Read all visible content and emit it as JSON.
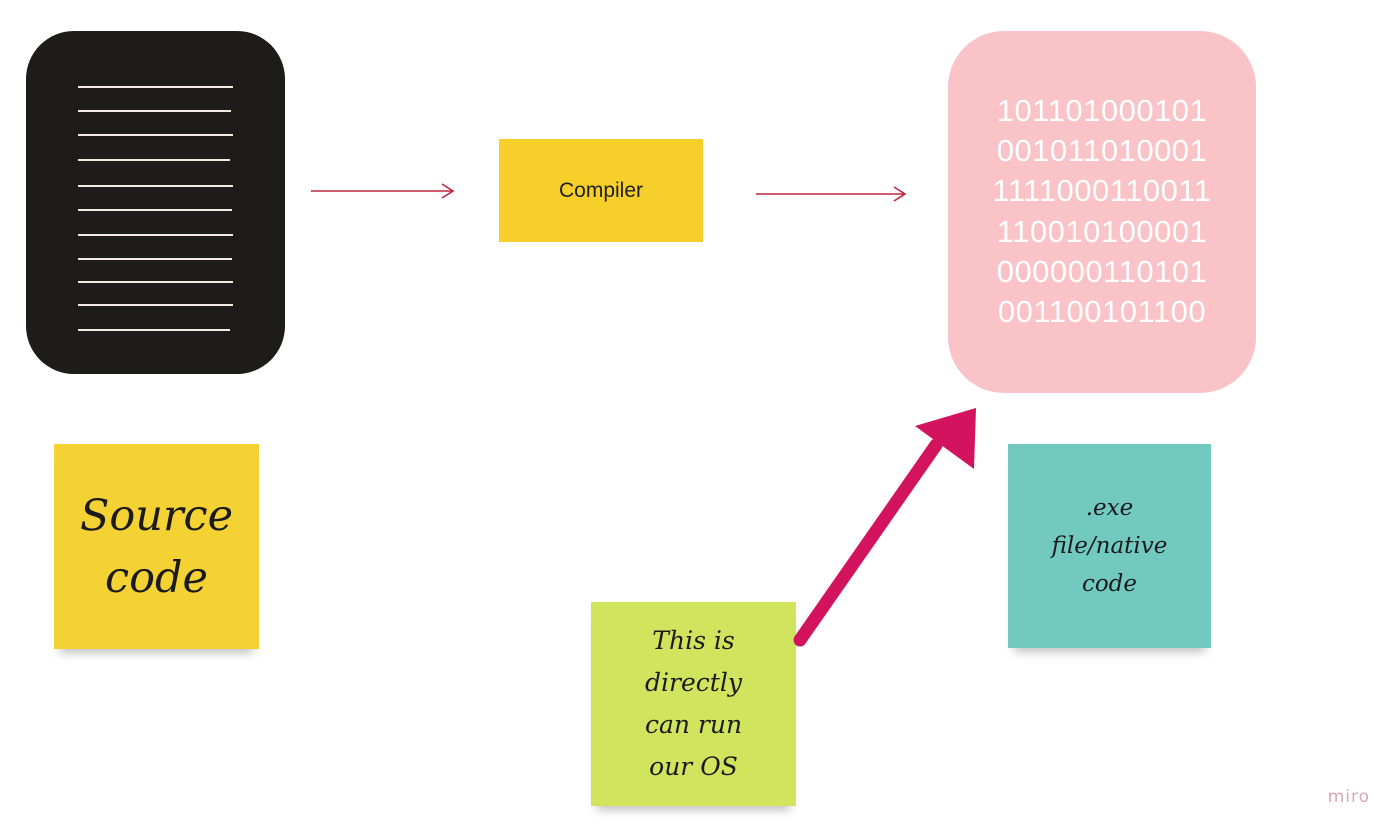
{
  "compiler": {
    "label": "Compiler"
  },
  "binary": {
    "lines": [
      "101101000101",
      "001011010001",
      "1111000110011",
      "110010100001",
      "000000110101",
      "001100101100"
    ]
  },
  "notes": {
    "source": {
      "lines": [
        "Source",
        "code"
      ]
    },
    "native": {
      "lines": [
        ".exe",
        "file/native",
        "code"
      ]
    },
    "runs": {
      "lines": [
        "This is",
        "directly",
        "can run",
        "our OS"
      ]
    }
  },
  "watermark": "miro",
  "colors": {
    "doc_card": "#1d1c1b",
    "doc_lines": "#f4e9e4",
    "compiler": "#f6cf2a",
    "binary_card": "#f9c3c7",
    "source_note": "#f5d233",
    "native_note": "#72c9bf",
    "runs_note": "#d1e45d",
    "thin_arrows": "#c0243f",
    "thick_arrow": "#d4135f"
  }
}
